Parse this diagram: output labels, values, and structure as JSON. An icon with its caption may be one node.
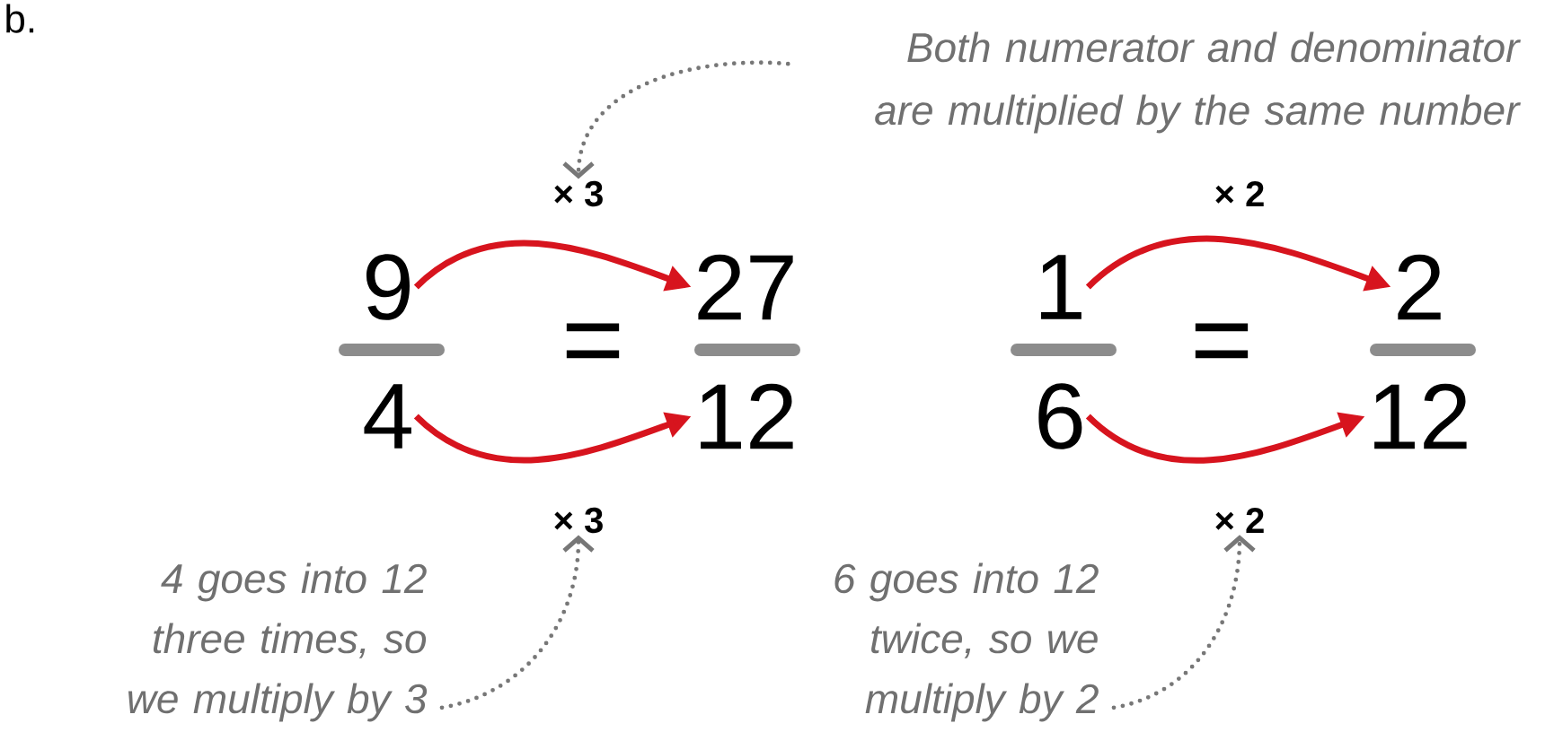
{
  "diagram": {
    "nodes": [
      {
        "text": [
          "9"
        ]
      },
      {
        "text": [
          "4"
        ]
      },
      {
        "text": [
          "27"
        ]
      },
      {
        "text": [
          "12"
        ]
      },
      {
        "text": [
          "1"
        ]
      },
      {
        "text": [
          "6"
        ]
      },
      {
        "text": [
          "2"
        ]
      },
      {
        "text": [
          "12"
        ]
      },
      {
        "text": [
          "× 3"
        ]
      },
      {
        "text": [
          "× 3"
        ]
      },
      {
        "text": [
          "× 2"
        ]
      },
      {
        "text": [
          "× 2"
        ]
      },
      {
        "text": [
          "Both numerator and denominator are multiplied by the same number"
        ]
      },
      {
        "text": [
          "4 goes into 12 three times, so we multiply by 3"
        ]
      },
      {
        "text": [
          "6 goes into 12 twice, so we multiply by 2"
        ]
      }
    ],
    "edges": [
      {
        "from": 0,
        "to": 2,
        "arrow": "to"
      },
      {
        "from": 1,
        "to": 3,
        "arrow": "to"
      },
      {
        "from": 4,
        "to": 6,
        "arrow": "to"
      },
      {
        "from": 5,
        "to": 7,
        "arrow": "to"
      },
      {
        "from": 12,
        "to": 8,
        "arrow": "to",
        "style": "dashed",
        "color": "#777777"
      },
      {
        "from": 13,
        "to": 9,
        "arrow": "to",
        "style": "dashed",
        "color": "#777777"
      },
      {
        "from": 14,
        "to": 11,
        "arrow": "to",
        "style": "dashed",
        "color": "#777777"
      }
    ],
    "labels": [
      "b.",
      "=",
      "="
    ]
  }
}
